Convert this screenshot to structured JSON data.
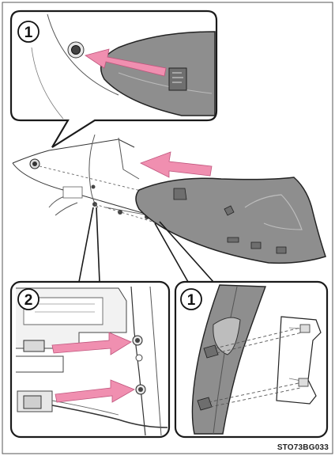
{
  "callouts": {
    "top": "1",
    "bottom_left": "2",
    "bottom_right": "1"
  },
  "figure_code": "STO73BG033",
  "colors": {
    "arrow": "#f08fb0",
    "lamp_fill": "#8a8a8a",
    "line": "#1a1a1a",
    "panel_border": "#1a1a1a"
  }
}
